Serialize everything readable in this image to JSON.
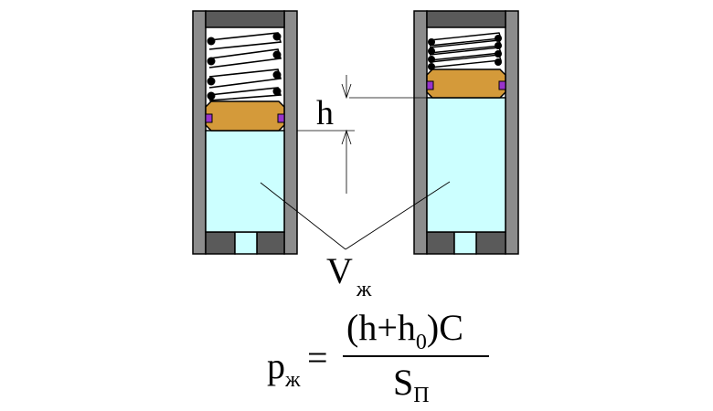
{
  "labels": {
    "h": "h",
    "v_main": "V",
    "v_sub": "ж"
  },
  "formula": {
    "lhs_main": "p",
    "lhs_sub": "ж",
    "equals": "=",
    "num_part1": "(h+h",
    "num_sub": "0",
    "num_part2": ")C",
    "den_main": "S",
    "den_sub": "П"
  },
  "colors": {
    "wall": "#8c8c8c",
    "wall_dark": "#5a5a5a",
    "piston": "#d49a3a",
    "seal": "#9933cc",
    "liquid": "#ccffff",
    "outline": "#000000"
  }
}
